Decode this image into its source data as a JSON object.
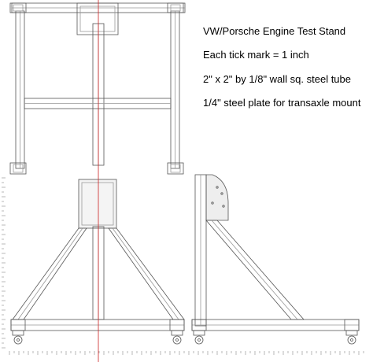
{
  "notes": {
    "title": "VW/Porsche Engine Test Stand",
    "scale": "Each tick mark = 1 inch",
    "tube": "2\" x 2\" by 1/8\" wall sq. steel tube",
    "plate": "1/4\" steel plate for transaxle mount"
  },
  "colors": {
    "line": "#555555",
    "light_line": "#999999",
    "centerline": "#cc2222",
    "plate": "#e6e6e6"
  },
  "views": [
    "top-view",
    "front-view",
    "side-view"
  ]
}
